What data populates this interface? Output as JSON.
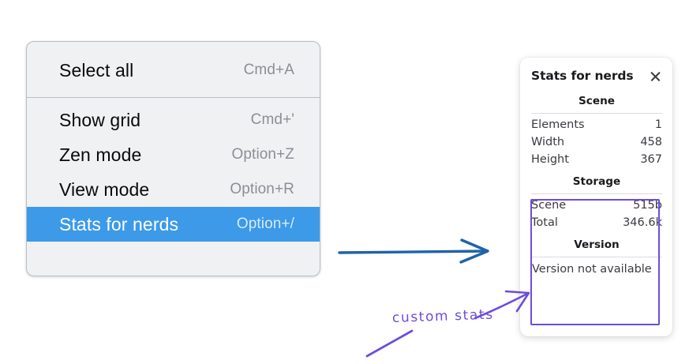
{
  "context_menu": {
    "groups": [
      {
        "items": [
          {
            "label": "Select all",
            "shortcut": "Cmd+A",
            "selected": false
          }
        ]
      },
      {
        "items": [
          {
            "label": "Show grid",
            "shortcut": "Cmd+'",
            "selected": false
          },
          {
            "label": "Zen mode",
            "shortcut": "Option+Z",
            "selected": false
          },
          {
            "label": "View mode",
            "shortcut": "Option+R",
            "selected": false
          },
          {
            "label": "Stats for nerds",
            "shortcut": "Option+/",
            "selected": true
          }
        ]
      }
    ],
    "highlight_color": "#3c9ae9",
    "background_color": "#f0f1f3"
  },
  "stats_panel": {
    "title": "Stats for nerds",
    "close_icon": "close-icon",
    "sections": [
      {
        "title": "Scene",
        "rows": [
          {
            "key": "Elements",
            "value": "1"
          },
          {
            "key": "Width",
            "value": "458"
          },
          {
            "key": "Height",
            "value": "367"
          }
        ]
      },
      {
        "title": "Storage",
        "rows": [
          {
            "key": "Scene",
            "value": "515b"
          },
          {
            "key": "Total",
            "value": "346.6k"
          }
        ]
      },
      {
        "title": "Version",
        "text": "Version not available"
      }
    ]
  },
  "annotations": {
    "blue_arrow": {
      "name": "blue-arrow",
      "color": "#1f63a8"
    },
    "purple_arrow": {
      "name": "purple-arrow",
      "color": "#6c4ddb"
    },
    "purple_underline": {
      "name": "purple-underline-stroke",
      "color": "#6c4ddb"
    },
    "label": "custom stats",
    "label_color": "#6c4ddb",
    "highlight_box_color": "#6c4ddb"
  }
}
